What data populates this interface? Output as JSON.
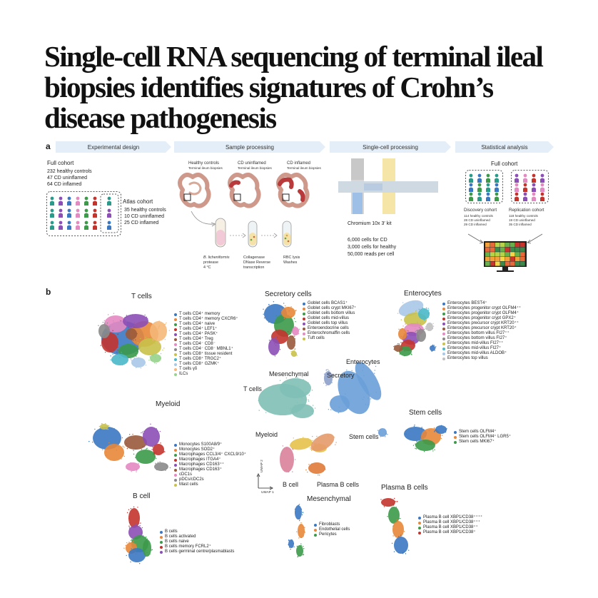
{
  "title_lines": [
    "Single-cell RNA sequencing of terminal ileal",
    "biopsies identifies signatures of Crohn’s",
    "disease pathogenesis"
  ],
  "panel_a": {
    "letter": "a",
    "stages": [
      "Experimental design",
      "Sample processing",
      "Single-cell processing",
      "Statistical analysis"
    ],
    "full_cohort": {
      "heading": "Full cohort",
      "lines": [
        "232 healthy controls",
        "47 CD uninflamed",
        "64 CD inflamed"
      ]
    },
    "atlas_cohort": {
      "heading": "Atlas cohort",
      "lines": [
        "35 healthy controls",
        "10 CD uninflamed",
        "25 CD inflamed"
      ]
    },
    "samples": [
      {
        "heading": "Healthy controls",
        "sub": "Terminal ileum biopsies"
      },
      {
        "heading": "CD uninflamed",
        "sub": "Terminal ileum biopsies"
      },
      {
        "heading": "CD inflamed",
        "sub": "Terminal ileum biopsies"
      }
    ],
    "steps": [
      [
        "B. licheniformis",
        "protease",
        "4 °C"
      ],
      [
        "Collagenase",
        "DNase Reverse",
        "transcription"
      ],
      [
        "RBC lysis",
        "Washes"
      ]
    ],
    "chromium": "Chromium 10x 3′ kit",
    "seq_lines": [
      "6,000 cells for CD",
      "3,000 cells for healthy",
      "50,000 reads per cell"
    ],
    "stat_full_cohort": "Full cohort",
    "discovery": {
      "heading": "Discovery cohort",
      "lines": [
        "114 healthy controls",
        "28 CD uninflamed",
        "29 CD inflamed"
      ]
    },
    "replication": {
      "heading": "Replication cohort",
      "lines": [
        "118 healthy controls",
        "19 CD uninflamed",
        "35 CD inflamed"
      ]
    }
  },
  "panel_b": {
    "letter": "b",
    "central_labels": [
      "Mesenchymal",
      "T cells",
      "Secretory",
      "Enterocytes",
      "Myeloid",
      "Stem cells",
      "B cell",
      "Plasma B cells"
    ],
    "axis_labels": {
      "y": "UMAP 2",
      "x": "UMAP 1"
    },
    "clusters": {
      "tcells": {
        "title": "T cells",
        "items": [
          "T cells CD4⁺ memory",
          "T cells CD4⁺ memory CXCR6⁺",
          "T cells CD4⁺ naive",
          "T cells CD4⁺ LEF1⁺",
          "T cells CD4⁺ PASK⁺",
          "T cells CD4⁺ Treg",
          "T cells CD4⁻ CD8⁻",
          "T cells CD4⁻ CD8⁻ MBNL1⁺",
          "T cells CD8⁺ tissue resident",
          "T cells CD8⁺ TRGC2⁺",
          "T cells CD8⁺ GZMK⁺",
          "T cells γδ",
          "ILCs"
        ]
      },
      "secretory": {
        "title": "Secretory cells",
        "items": [
          "Goblet cells BCAS1⁺",
          "Goblet cells crypt MKI67⁺",
          "Goblet cells bottom villus",
          "Goblet cells mid-villus",
          "Goblet cells top villus",
          "Enteroendocrine cells",
          "Enterochromaffin cells",
          "Tuft cells"
        ]
      },
      "enterocytes": {
        "title": "Enterocytes",
        "items": [
          "Enterocytes BEST4⁺",
          "Enterocytes progenitor crypt OLFM4⁺⁺",
          "Enterocytes progenitor crypt OLFM4⁺",
          "Enterocytes progenitor crypt GPX2⁺",
          "Enterocytes precursor crypt KRT20⁺⁺",
          "Enterocytes precursor crypt KRT20⁺",
          "Enterocytes bottom villus FI27⁺⁺",
          "Enterocytes bottom villus FI27⁺",
          "Enterocytes mid-villus FI27⁺⁺",
          "Enterocytes mid-villus FI27⁺",
          "Enterocytes mid-villus ALDOB⁺",
          "Enterocytes top villus"
        ]
      },
      "myeloid": {
        "title": "Myeloid",
        "items": [
          "Monocytes S100A8/9⁺",
          "Monocytes SOD2⁺",
          "Macrophages CCL3/4⁺ CXCL9/10⁺",
          "Macrophages ITGA4⁺",
          "Macrophages CD163⁺⁺",
          "Macrophages CD163⁺",
          "cDC1s",
          "pDCs/cDC2s",
          "Mast cells"
        ]
      },
      "stem": {
        "title": "Stem cells",
        "items": [
          "Stem cells OLFM4⁺",
          "Stem cells OLFM4⁺ LGR5⁺",
          "Stem cells MKI67⁺"
        ]
      },
      "bcell": {
        "title": "B cell",
        "items": [
          "B cells",
          "B cells activated",
          "B cells naive",
          "B cells memory FCRL2⁺",
          "B cells germinal centre/plasmablasts"
        ]
      },
      "mesenchymal": {
        "title": "Mesenchymal",
        "items": [
          "Fibroblasts",
          "Endothelial cells",
          "Pericytes"
        ]
      },
      "plasma": {
        "title": "Plasma B cells",
        "items": [
          "Plasma B cell XBP1/CD38⁺⁺⁺⁺",
          "Plasma B cell XBP1/CD38⁺⁺⁺",
          "Plasma B cell XBP1/CD38⁺⁺",
          "Plasma B cell XBP1/CD38⁺"
        ]
      }
    }
  },
  "colors": {
    "tcells": [
      "#3a78c2",
      "#e8873a",
      "#3c9a4a",
      "#c4342d",
      "#8b4fb5",
      "#9a5a3c",
      "#e48ac2",
      "#8a8a8a",
      "#c9c14a",
      "#4ab8c9",
      "#a8c8e8",
      "#f4b878",
      "#96d38c"
    ],
    "secretory": [
      "#3a78c2",
      "#e8873a",
      "#3c9a4a",
      "#c4342d",
      "#8b4fb5",
      "#9a5a3c",
      "#e48ac2",
      "#c9c14a"
    ],
    "enterocytes": [
      "#3a78c2",
      "#e8873a",
      "#3c9a4a",
      "#c4342d",
      "#8b4fb5",
      "#9a5a3c",
      "#e48ac2",
      "#8a8a8a",
      "#c9c14a",
      "#4ab8c9",
      "#a8c8e8",
      "#c0c0c0"
    ],
    "myeloid": [
      "#3a78c2",
      "#e8873a",
      "#3c9a4a",
      "#c4342d",
      "#8b4fb5",
      "#9a5a3c",
      "#e48ac2",
      "#8a8a8a",
      "#c9c14a"
    ],
    "stem": [
      "#3a78c2",
      "#e8873a",
      "#3c9a4a"
    ],
    "bcell": [
      "#3a78c2",
      "#e8873a",
      "#3c9a4a",
      "#c4342d",
      "#8b4fb5"
    ],
    "mesenchymal": [
      "#3a78c2",
      "#e8873a",
      "#3c9a4a"
    ],
    "plasma": [
      "#3a78c2",
      "#e8873a",
      "#3c9a4a",
      "#c4342d"
    ],
    "central": {
      "tcells": "#7fbfb5",
      "secretory": "#6a9fd8",
      "mesenchymal": "#8da0cb",
      "myeloid": "#e6c14a",
      "bcell": "#d9829a",
      "plasma": "#e07b39"
    }
  }
}
